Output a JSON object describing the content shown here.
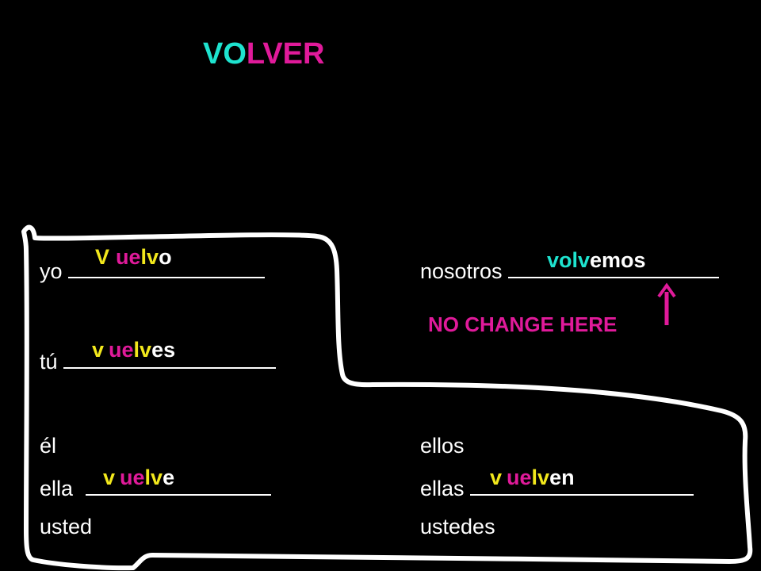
{
  "title": {
    "part1": "V",
    "part2": "O",
    "part3": "LVER"
  },
  "singular": {
    "yo": {
      "pronoun": "yo",
      "stem_start": "V",
      "vowel_change": "ue",
      "stem_end": "lv",
      "ending": "o"
    },
    "tu": {
      "pronoun": "tú",
      "stem_start": "v",
      "vowel_change": "ue",
      "stem_end": "lv",
      "ending": "es"
    },
    "el": {
      "pronoun": "él"
    },
    "ella": {
      "pronoun": "ella",
      "stem_start": "v",
      "vowel_change": "ue",
      "stem_end": "lv",
      "ending": "e"
    },
    "usted": {
      "pronoun": "usted"
    }
  },
  "plural": {
    "nosotros": {
      "pronoun": "nosotros",
      "stem": "volv",
      "ending": "emos"
    },
    "note": "NO CHANGE HERE",
    "ellos": {
      "pronoun": "ellos"
    },
    "ellas": {
      "pronoun": "ellas",
      "stem_start": "v",
      "vowel_change": "ue",
      "stem_end": "lv",
      "ending": "en"
    },
    "ustedes": {
      "pronoun": "ustedes"
    }
  },
  "colors": {
    "cyan": "#1ee3cf",
    "pink": "#e01a9a",
    "yellow": "#f2e81c",
    "white": "#ffffff",
    "background": "#000000"
  }
}
